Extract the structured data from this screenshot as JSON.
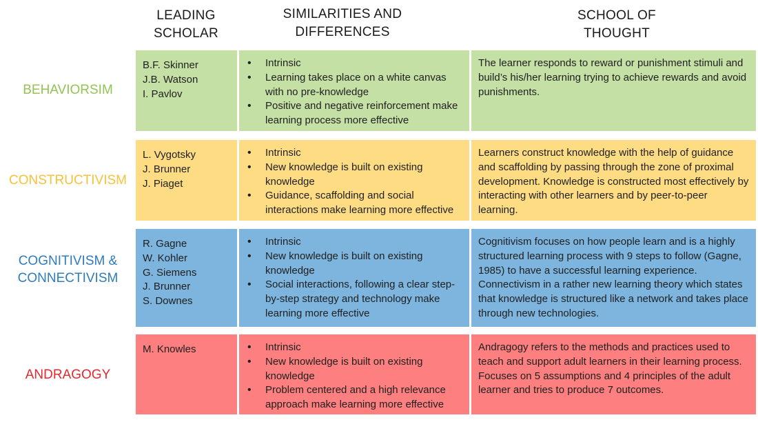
{
  "headers": {
    "scholar": [
      "LEADING",
      "SCHOLAR"
    ],
    "similarities": [
      "SIMILARITIES AND",
      "DIFFERENCES"
    ],
    "school": [
      "SCHOOL OF",
      "THOUGHT"
    ]
  },
  "rows": [
    {
      "theory": [
        "BEHAVIORSIM"
      ],
      "color": "#c5e0a5",
      "label_color": "#92c353",
      "scholars": [
        "B.F. Skinner",
        "J.B. Watson",
        "I. Pavlov"
      ],
      "points": [
        "Intrinsic",
        "Learning takes place on a white canvas with no pre-knowledge",
        "Positive and negative reinforcement make learning process more effective"
      ],
      "description": "The learner responds to reward or punishment stimuli and build’s his/her learning trying to achieve rewards and avoid punishments."
    },
    {
      "theory": [
        "CONSTRUCTIVISM"
      ],
      "color": "#fedc84",
      "label_color": "#f7c13b",
      "scholars": [
        "L. Vygotsky",
        "J. Brunner",
        "J. Piaget"
      ],
      "points": [
        "Intrinsic",
        "New knowledge is built on existing knowledge",
        "Guidance, scaffolding and social interactions make learning more effective"
      ],
      "description": "Learners construct knowledge with the help of guidance and scaffolding by passing through the zone of proximal development. Knowledge is constructed most effectively by interacting with other learners and by peer-to-peer learning."
    },
    {
      "theory": [
        "COGNITIVISM &",
        "CONNECTIVISM"
      ],
      "color": "#7db5de",
      "label_color": "#2e7bbd",
      "scholars": [
        "R. Gagne",
        "W. Kohler",
        "G. Siemens",
        "J. Brunner",
        "S. Downes"
      ],
      "points": [
        "Intrinsic",
        "New knowledge is built on existing knowledge",
        "Social interactions, following a clear step-by-step strategy and technology make learning more effective"
      ],
      "description": "Cognitivism focuses on how people learn and  is a highly structured learning process with 9 steps to follow (Gagne, 1985) to have a successful learning experience. Connectivism in a rather new learning theory which states that knowledge is structured like a network and takes place through new technologies."
    },
    {
      "theory": [
        "ANDRAGOGY"
      ],
      "color": "#fe7f7f",
      "label_color": "#e8262b",
      "scholars": [
        "M. Knowles"
      ],
      "points": [
        "Intrinsic",
        "New knowledge is built on existing knowledge",
        "Problem centered and a high relevance approach make learning more effective"
      ],
      "description": "Andragogy refers to the methods and practices used to teach and support adult learners in their learning process.  Focuses on 5 assumptions and 4 principles of the adult learner and tries to produce 7 outcomes."
    }
  ]
}
